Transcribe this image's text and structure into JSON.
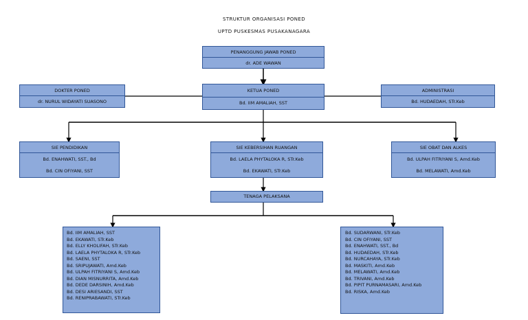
{
  "title_line1": "STRUKTUR ORGANISASI PONED",
  "title_line2": "UPTD PUSKESMAS PUSAKANAGARA",
  "penanggung_jawab": {
    "label": "PENANGGUNG JAWAB PONED",
    "name": "dr. ADE WAWAN"
  },
  "ketua": {
    "label": "KETUA PONED",
    "name": "Bd. IIM AMALIAH, SST"
  },
  "dokter": {
    "label": "DOKTER PONED",
    "name": "dr. NURUL WIDAYATI SUASONO"
  },
  "administrasi": {
    "label": "ADMINISTRASI",
    "name": "Bd. HUDAEDAH, STr.Keb"
  },
  "sie_pendidikan": {
    "label": "SIE PENDIDIKAN",
    "names": [
      "Bd. ENAHWATI, SST., Bd",
      "Bd. CIN OFIYANI, SST"
    ]
  },
  "sie_kebersihan": {
    "label": "SIE KEBERSIHAN RUANGAN",
    "names": [
      "Bd. LAELA PHYTALOKA R, STr.Keb",
      "Bd. EKAWATI, STr.Keb"
    ]
  },
  "sie_obat": {
    "label": "SIE OBAT DAN ALKES",
    "names": [
      "Bd. ULPAH FITRIYANI S, Amd.Keb",
      "Bd. MELAWATI, Amd.Keb"
    ]
  },
  "tenaga_pelaksana": {
    "label": "TENAGA PELAKSANA"
  },
  "list_left": [
    "Bd. IIM AMALIAH, SST",
    "Bd. EKAWATI, STr.Keb",
    "Bd. ELLY KHOLIFAH, STr.Keb",
    "Bd. LAELA PHYTALOKA R, STr.Keb",
    "Bd. SAENI, SST",
    "Bd. SRIPUJAWATI, Amd.Keb",
    "Bd. ULPAH FITRIYANI S, Amd.Keb",
    "Bd. DIAN MISNURRITA, Amd.Keb",
    "Bd. DEDE DARSINIH, Amd.Keb",
    "Bd. DESI ARIESANDI, SST",
    "Bd. RENIPRABAWATI, STr.Keb"
  ],
  "list_right": [
    "Bd. SUDARWANI, STr.Keb",
    "Bd. CIN OFIYANI, SST",
    "Bd. ENAHWATI, SST., Bd",
    "Bd. HUDAEDAH, STr.Keb",
    "Bd. NURCAHAYA, STr.Keb",
    "Bd. MASKITI, Amd.Keb",
    "Bd. MELAWATI, Amd.Keb",
    "Bd. TRIVANI, Amd.Keb",
    "Bd. PIPIT PURNAMASARI, Amd.Keb",
    "Bd. RISKA, Amd.Keb"
  ],
  "colors": {
    "box_fill": "#8eaadb",
    "box_border": "#2f5597",
    "line": "#000000"
  }
}
